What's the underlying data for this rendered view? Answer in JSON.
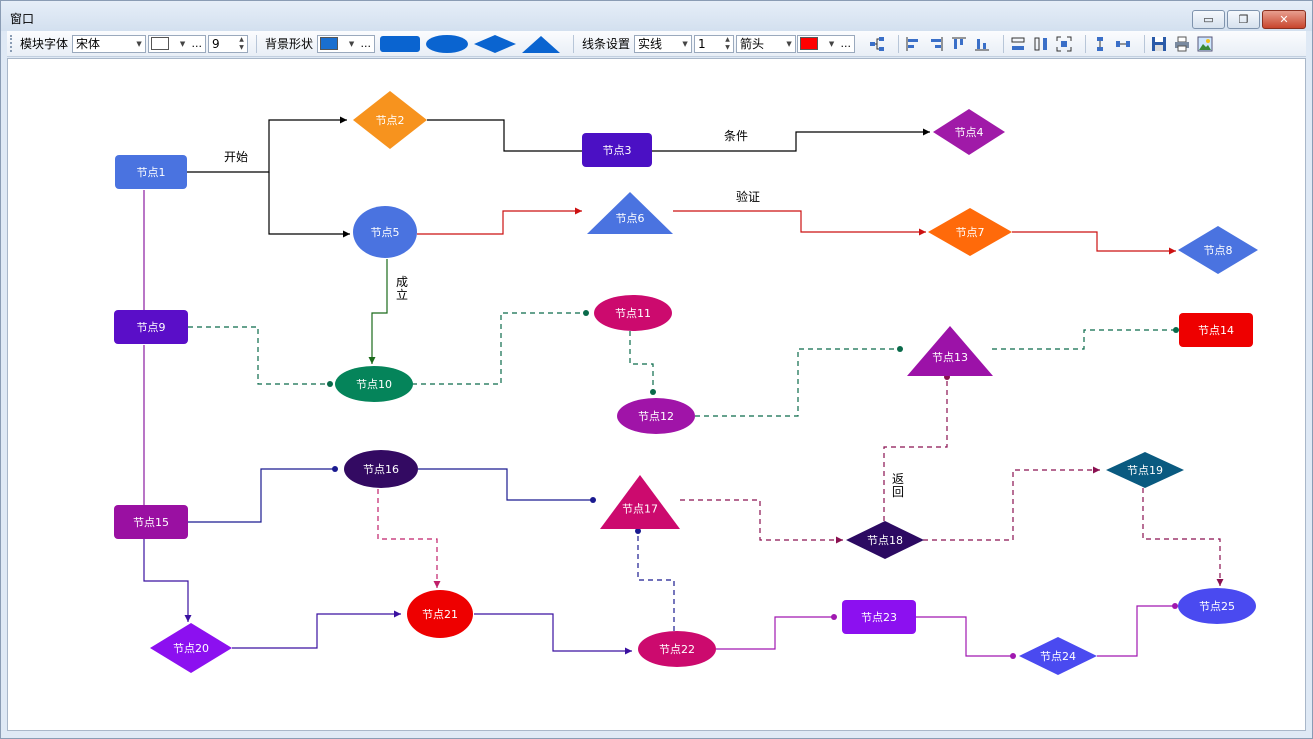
{
  "window": {
    "title": "窗口",
    "minimize_glyph": "▭",
    "restore_glyph": "❐",
    "close_glyph": "✕"
  },
  "toolbar": {
    "font_label": "模块字体",
    "font_name": "宋体",
    "font_color": "#ffffff",
    "font_size": "9",
    "more": "...",
    "bg_label": "背景形状",
    "bg_color": "#1a6fd0",
    "shape_fill": "#0a64d0",
    "line_label": "线条设置",
    "line_style": "实线",
    "line_width": "1",
    "arrow_style": "箭头",
    "line_color": "#ff0000"
  },
  "icons": [
    "tree-layout-icon",
    "align-left-icon",
    "align-right-icon",
    "align-top-icon",
    "align-bottom-icon",
    "same-width-icon",
    "same-height-icon",
    "fit-icon",
    "vertical-distribute-icon",
    "horizontal-distribute-icon",
    "save-icon",
    "print-icon",
    "export-image-icon"
  ],
  "diagram": {
    "nodes": [
      {
        "id": "n1",
        "label": "节点1",
        "shape": "rect",
        "color": "#4a73e0"
      },
      {
        "id": "n2",
        "label": "节点2",
        "shape": "diamond",
        "color": "#f7931e"
      },
      {
        "id": "n3",
        "label": "节点3",
        "shape": "rect",
        "color": "#4b10c4"
      },
      {
        "id": "n4",
        "label": "节点4",
        "shape": "diamond",
        "color": "#a01aa8"
      },
      {
        "id": "n5",
        "label": "节点5",
        "shape": "circle",
        "color": "#4a73e0"
      },
      {
        "id": "n6",
        "label": "节点6",
        "shape": "triangle",
        "color": "#4a73e0"
      },
      {
        "id": "n7",
        "label": "节点7",
        "shape": "diamond",
        "color": "#ff6a0a"
      },
      {
        "id": "n8",
        "label": "节点8",
        "shape": "diamond",
        "color": "#4a73e0"
      },
      {
        "id": "n9",
        "label": "节点9",
        "shape": "rect",
        "color": "#5a0ec8"
      },
      {
        "id": "n10",
        "label": "节点10",
        "shape": "ellipse",
        "color": "#05845a"
      },
      {
        "id": "n11",
        "label": "节点11",
        "shape": "ellipse",
        "color": "#cc0a6e"
      },
      {
        "id": "n12",
        "label": "节点12",
        "shape": "ellipse",
        "color": "#a014a8"
      },
      {
        "id": "n13",
        "label": "节点13",
        "shape": "triangle",
        "color": "#9c12a8"
      },
      {
        "id": "n14",
        "label": "节点14",
        "shape": "rect",
        "color": "#ee0000"
      },
      {
        "id": "n15",
        "label": "节点15",
        "shape": "rect",
        "color": "#9a10a2"
      },
      {
        "id": "n16",
        "label": "节点16",
        "shape": "ellipse",
        "color": "#330a62"
      },
      {
        "id": "n17",
        "label": "节点17",
        "shape": "triangle",
        "color": "#cc0a6e"
      },
      {
        "id": "n18",
        "label": "节点18",
        "shape": "diamond",
        "color": "#2c0a62"
      },
      {
        "id": "n19",
        "label": "节点19",
        "shape": "diamond",
        "color": "#0a5a80"
      },
      {
        "id": "n20",
        "label": "节点20",
        "shape": "diamond",
        "color": "#8c10f0"
      },
      {
        "id": "n21",
        "label": "节点21",
        "shape": "circle",
        "color": "#ee0000"
      },
      {
        "id": "n22",
        "label": "节点22",
        "shape": "ellipse",
        "color": "#cc0a6e"
      },
      {
        "id": "n23",
        "label": "节点23",
        "shape": "rect",
        "color": "#8c10f0"
      },
      {
        "id": "n24",
        "label": "节点24",
        "shape": "diamond",
        "color": "#4a4af0"
      },
      {
        "id": "n25",
        "label": "节点25",
        "shape": "ellipse",
        "color": "#4a4af0"
      }
    ],
    "edges": [
      {
        "id": "e1",
        "from": "n1",
        "to": "n2",
        "style": "solid",
        "end": "arrow",
        "color": "#000000",
        "label": "开始"
      },
      {
        "id": "e2",
        "from": "n1",
        "to": "n5",
        "style": "solid",
        "end": "arrow",
        "color": "#000000"
      },
      {
        "id": "e3",
        "from": "n2",
        "to": "n3",
        "style": "solid",
        "end": "none",
        "color": "#000000"
      },
      {
        "id": "e4",
        "from": "n3",
        "to": "n4",
        "style": "solid",
        "end": "arrow",
        "color": "#000000",
        "label": "条件"
      },
      {
        "id": "e5",
        "from": "n5",
        "to": "n6",
        "style": "solid",
        "end": "arrow",
        "color": "#cc1111"
      },
      {
        "id": "e6",
        "from": "n6",
        "to": "n7",
        "style": "solid",
        "end": "arrow",
        "color": "#cc1111",
        "label": "验证"
      },
      {
        "id": "e7",
        "from": "n7",
        "to": "n8",
        "style": "solid",
        "end": "arrow",
        "color": "#cc1111"
      },
      {
        "id": "e8",
        "from": "n5",
        "to": "n10",
        "style": "solid",
        "end": "arrow",
        "color": "#1a6a1a",
        "label": "成立",
        "vertical": true
      },
      {
        "id": "e9",
        "from": "n1",
        "to": "n9",
        "style": "solid",
        "end": "none",
        "color": "#8a1aa0"
      },
      {
        "id": "e10",
        "from": "n9",
        "to": "n15",
        "style": "solid",
        "end": "none",
        "color": "#8a1aa0"
      },
      {
        "id": "e11",
        "from": "n9",
        "to": "n10",
        "style": "dashed",
        "end": "dot",
        "color": "#0a6a4a"
      },
      {
        "id": "e12",
        "from": "n10",
        "to": "n11",
        "style": "dashed",
        "end": "dot",
        "color": "#0a6a4a"
      },
      {
        "id": "e13",
        "from": "n11",
        "to": "n12",
        "style": "dashed",
        "end": "dot",
        "color": "#0a6a4a"
      },
      {
        "id": "e14",
        "from": "n12",
        "to": "n13",
        "style": "dashed",
        "end": "dot",
        "color": "#0a6a4a"
      },
      {
        "id": "e15",
        "from": "n13",
        "to": "n14",
        "style": "dashed",
        "end": "dot",
        "color": "#0a6a4a"
      },
      {
        "id": "e16",
        "from": "n15",
        "to": "n16",
        "style": "solid",
        "end": "dot",
        "color": "#1a1a90"
      },
      {
        "id": "e17",
        "from": "n16",
        "to": "n17",
        "style": "solid",
        "end": "dot",
        "color": "#1a1a90"
      },
      {
        "id": "e18",
        "from": "n16",
        "to": "n21",
        "style": "dashed",
        "end": "arrow",
        "color": "#c0206a"
      },
      {
        "id": "e19",
        "from": "n17",
        "to": "n18",
        "style": "dashed",
        "end": "arrow",
        "color": "#8a1050"
      },
      {
        "id": "e20",
        "from": "n18",
        "to": "n13",
        "style": "dashed",
        "end": "dot",
        "color": "#8a1050",
        "label": "返回",
        "vertical": true
      },
      {
        "id": "e21",
        "from": "n18",
        "to": "n19",
        "style": "dashed",
        "end": "arrow",
        "color": "#8a1050"
      },
      {
        "id": "e22",
        "from": "n19",
        "to": "n25",
        "style": "dashed",
        "end": "arrow",
        "color": "#8a1050"
      },
      {
        "id": "e23",
        "from": "n15",
        "to": "n20",
        "style": "solid",
        "end": "arrow",
        "color": "#3a10a0"
      },
      {
        "id": "e24",
        "from": "n20",
        "to": "n21",
        "style": "solid",
        "end": "arrow",
        "color": "#3a10a0"
      },
      {
        "id": "e25",
        "from": "n21",
        "to": "n22",
        "style": "solid",
        "end": "arrow",
        "color": "#3a10a0"
      },
      {
        "id": "e26",
        "from": "n22",
        "to": "n17",
        "style": "dashed",
        "end": "dot",
        "color": "#1a1a90"
      },
      {
        "id": "e27",
        "from": "n22",
        "to": "n23",
        "style": "solid",
        "end": "dot",
        "color": "#a018b0"
      },
      {
        "id": "e28",
        "from": "n23",
        "to": "n24",
        "style": "solid",
        "end": "dot",
        "color": "#a018b0"
      },
      {
        "id": "e29",
        "from": "n24",
        "to": "n25",
        "style": "solid",
        "end": "dot",
        "color": "#a018b0"
      }
    ]
  }
}
